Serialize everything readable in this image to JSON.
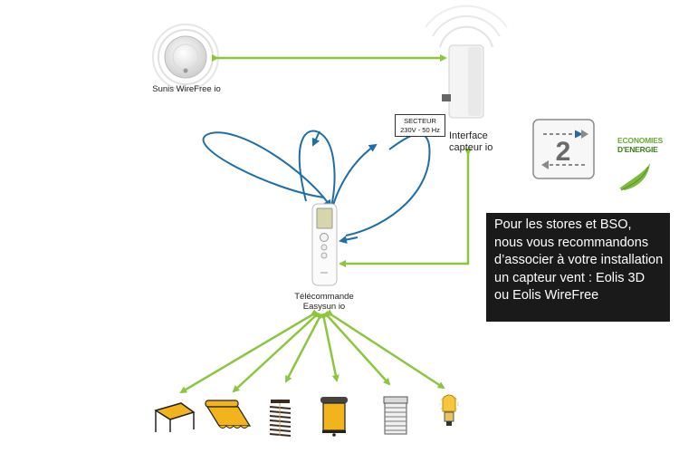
{
  "labels": {
    "sensor": "Sunis WireFree io",
    "interface_line1": "Interface",
    "interface_line2": "capteur io",
    "secteur_line1": "SECTEUR",
    "secteur_line2": "230V - 50 Hz",
    "remote_line1": "Télécommande",
    "remote_line2": "Easysun io"
  },
  "eco": {
    "line1": "ECONOMIES",
    "line2": "D'ENERGIE",
    "badge_number": "2"
  },
  "info": {
    "lines": [
      "Pour les stores  et BSO,",
      "nous vous recommandons",
      "d’associer à votre installation",
      "un capteur vent : Eolis 3D",
      "ou Eolis WireFree"
    ]
  },
  "colors": {
    "link_green": "#8cc63f",
    "radio_blue": "#1f6ea8",
    "info_bg": "#1a1a1a",
    "eco_green": "#6aa637"
  },
  "devices": [
    "awning-pergola",
    "awning-cassette",
    "venetian-blind",
    "roller-blind",
    "shutter",
    "bulb"
  ]
}
